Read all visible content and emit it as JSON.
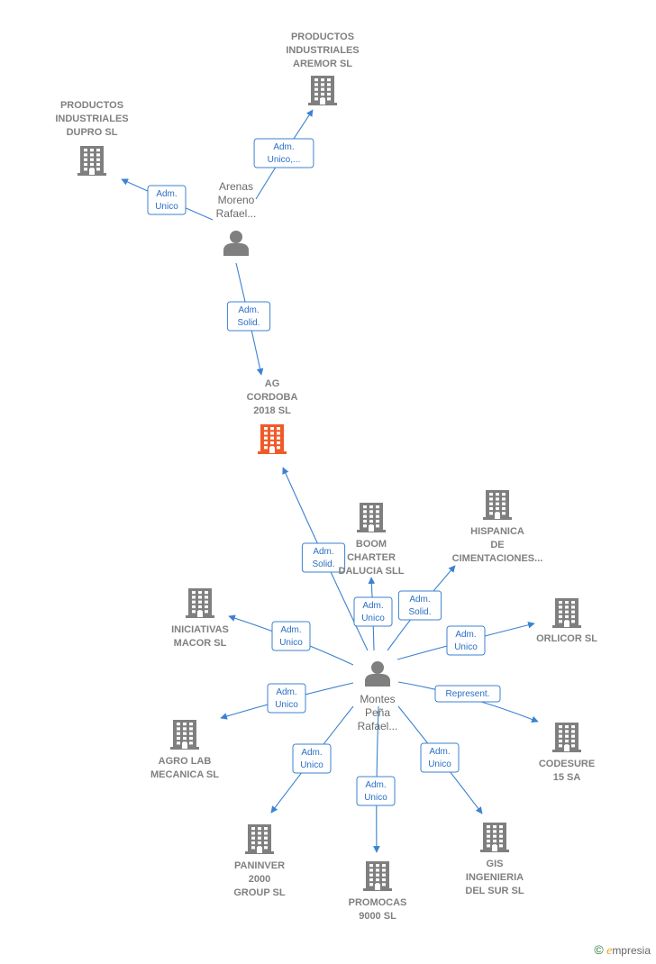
{
  "colors": {
    "company": "#7f7f7f",
    "focus": "#f05a28",
    "person": "#7f7f7f",
    "edge": "#3c82d0"
  },
  "nodes": [
    {
      "id": "aremor",
      "kind": "company",
      "lines": [
        "PRODUCTOS",
        "INDUSTRIALES",
        "AREMOR SL"
      ]
    },
    {
      "id": "dupro",
      "kind": "company",
      "lines": [
        "PRODUCTOS",
        "INDUSTRIALES",
        "DUPRO SL"
      ]
    },
    {
      "id": "arenas",
      "kind": "person",
      "lines": [
        "Arenas",
        "Moreno",
        "Rafael..."
      ]
    },
    {
      "id": "ag",
      "kind": "focus",
      "lines": [
        "AG",
        "CORDOBA",
        "2018  SL"
      ]
    },
    {
      "id": "boom",
      "kind": "company",
      "lines": [
        "BOOM",
        "CHARTER",
        "DALUCIA  SLL"
      ]
    },
    {
      "id": "hispanica",
      "kind": "company",
      "lines": [
        "HISPANICA",
        "DE",
        "CIMENTACIONES..."
      ]
    },
    {
      "id": "iniciativas",
      "kind": "company",
      "lines": [
        "INICIATIVAS",
        "MACOR SL"
      ]
    },
    {
      "id": "orlicor",
      "kind": "company",
      "lines": [
        "ORLICOR SL"
      ]
    },
    {
      "id": "montes",
      "kind": "person",
      "lines": [
        "Montes",
        "Peña",
        "Rafael..."
      ]
    },
    {
      "id": "agrolab",
      "kind": "company",
      "lines": [
        "AGRO LAB",
        "MECANICA  SL"
      ]
    },
    {
      "id": "codesure",
      "kind": "company",
      "lines": [
        "CODESURE",
        "15 SA"
      ]
    },
    {
      "id": "paninver",
      "kind": "company",
      "lines": [
        "PANINVER",
        "2000",
        "GROUP  SL"
      ]
    },
    {
      "id": "promocas",
      "kind": "company",
      "lines": [
        "PROMOCAS",
        "9000 SL"
      ]
    },
    {
      "id": "gis",
      "kind": "company",
      "lines": [
        "GIS",
        "INGENIERIA",
        "DEL SUR  SL"
      ]
    }
  ],
  "edges": [
    {
      "from": "arenas",
      "to": "aremor",
      "lines": [
        "Adm.",
        "Unico,..."
      ]
    },
    {
      "from": "arenas",
      "to": "dupro",
      "lines": [
        "Adm.",
        "Unico"
      ]
    },
    {
      "from": "arenas",
      "to": "ag",
      "lines": [
        "Adm.",
        "Solid."
      ]
    },
    {
      "from": "montes",
      "to": "ag",
      "lines": [
        "Adm.",
        "Solid."
      ]
    },
    {
      "from": "montes",
      "to": "boom",
      "lines": [
        "Adm.",
        "Unico"
      ]
    },
    {
      "from": "montes",
      "to": "hispanica",
      "lines": [
        "Adm.",
        "Solid."
      ]
    },
    {
      "from": "montes",
      "to": "iniciativas",
      "lines": [
        "Adm.",
        "Unico"
      ]
    },
    {
      "from": "montes",
      "to": "orlicor",
      "lines": [
        "Adm.",
        "Unico"
      ]
    },
    {
      "from": "montes",
      "to": "agrolab",
      "lines": [
        "Adm.",
        "Unico"
      ]
    },
    {
      "from": "montes",
      "to": "codesure",
      "lines": [
        "Represent."
      ]
    },
    {
      "from": "montes",
      "to": "paninver",
      "lines": [
        "Adm.",
        "Unico"
      ]
    },
    {
      "from": "montes",
      "to": "promocas",
      "lines": [
        "Adm.",
        "Unico"
      ]
    },
    {
      "from": "montes",
      "to": "gis",
      "lines": [
        "Adm.",
        "Unico"
      ]
    }
  ],
  "footer": {
    "copyright": "©",
    "brand_initial": "e",
    "brand_rest": "mpresia"
  }
}
